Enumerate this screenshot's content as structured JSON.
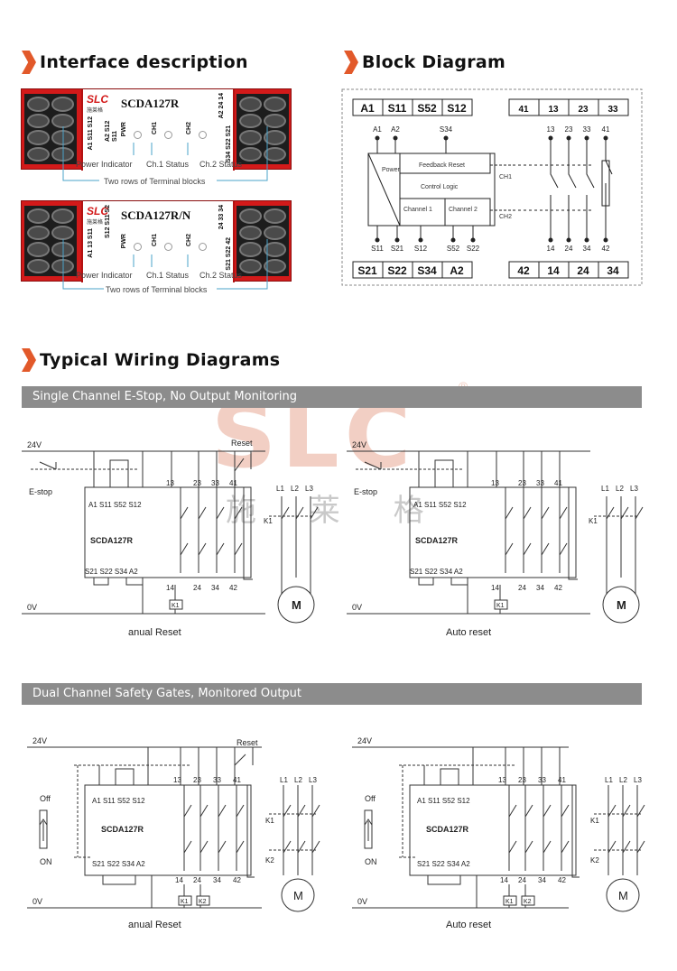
{
  "sections": {
    "interface": "Interface description",
    "block": "Block Diagram",
    "wiring": "Typical Wiring Diagrams"
  },
  "bands": {
    "single": "Single Channel E-Stop, No Output Monitoring",
    "dual": "Dual Channel Safety Gates, Monitored Output"
  },
  "watermark": {
    "latin": "SLC",
    "cn": "施 莱 格",
    "reg": "®"
  },
  "relays": [
    {
      "model": "SCDA127R",
      "logo": "SLC",
      "logo_cn": "施莱格",
      "left_terms_top": "A2 S12 S11",
      "left_terms_bot": "A1 S11 S12",
      "right_terms_top": "S34 S22 S21",
      "right_terms_bot": "A2 24 14",
      "pwr": "PWR",
      "ch1": "CH1",
      "ch2": "CH2",
      "ind_power": "Power Indicator",
      "ind_ch1": "Ch.1 Status",
      "ind_ch2": "Ch.2 Status",
      "term_rows": "Two rows of Terminal blocks"
    },
    {
      "model": "SCDA127R/N",
      "logo": "SLC",
      "logo_cn": "施莱格",
      "left_terms_top": "S12 S11 S2",
      "left_terms_bot": "A1 13 S11",
      "right_terms_top": "24 33 34",
      "right_terms_bot": "S21 S22 42",
      "pwr": "PWR",
      "ch1": "CH1",
      "ch2": "CH2",
      "ind_power": "Power Indicator",
      "ind_ch1": "Ch.1 Status",
      "ind_ch2": "Ch.2 Status",
      "term_rows": "Two rows of Terminal blocks"
    }
  ],
  "block_diagram": {
    "top_left": [
      "A1",
      "S11",
      "S52",
      "S12"
    ],
    "top_right": [
      "41",
      "13",
      "23",
      "33"
    ],
    "bot_left": [
      "S21",
      "S22",
      "S34",
      "A2"
    ],
    "bot_right": [
      "42",
      "14",
      "24",
      "34"
    ],
    "pin_a1": "A1",
    "pin_a2": "A2",
    "pin_s34": "S34",
    "pins_bottom": [
      "S11",
      "S21",
      "S12",
      "S52",
      "S22"
    ],
    "contacts_top": [
      "13",
      "23",
      "33",
      "41"
    ],
    "contacts_bot": [
      "14",
      "24",
      "34",
      "42"
    ],
    "power": "Power",
    "feedback": "Feedback  Reset",
    "logic": "Control Logic",
    "channel1": "Channel 1",
    "channel2": "Channel 2",
    "ch1": "CH1",
    "ch2": "CH2"
  },
  "wiring": {
    "v24": "24V",
    "v0": "0V",
    "reset": "Reset",
    "estop": "E-stop",
    "off": "Off",
    "on": "ON",
    "model": "SCDA127R",
    "top_pins": "A1  S11  S52  S12",
    "bot_pins": "S21  S22  S34   A2",
    "out_top": [
      "13",
      "23",
      "33",
      "41"
    ],
    "out_bot": [
      "14",
      "24",
      "34",
      "42"
    ],
    "l1": "L1",
    "l2": "L2",
    "l3": "L3",
    "k1": "K1",
    "k2": "K2",
    "motor": "M",
    "manual": "anual  Reset",
    "auto": "Auto reset"
  }
}
